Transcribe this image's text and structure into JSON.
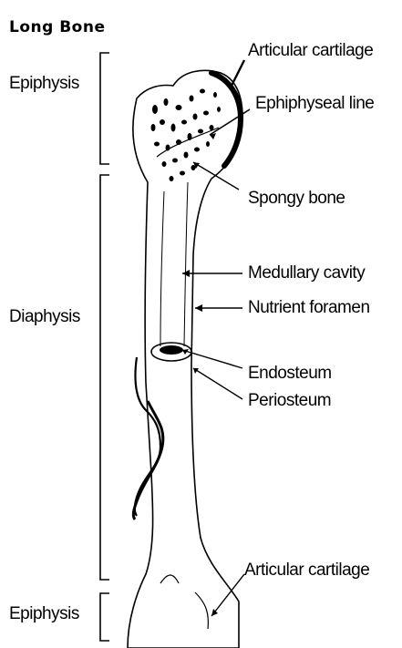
{
  "title": "Long Bone",
  "regions": {
    "epiphysis_top": "Epiphysis",
    "diaphysis": "Diaphysis",
    "epiphysis_bottom": "Epiphysis"
  },
  "labels": {
    "articular_cartilage_top": "Articular cartilage",
    "epiphyseal_line": "Ephiphyseal line",
    "spongy_bone": "Spongy bone",
    "medullary_cavity": "Medullary cavity",
    "nutrient_foramen": "Nutrient foramen",
    "endosteum": "Endosteum",
    "periosteum": "Periosteum",
    "articular_cartilage_bottom": "Articular cartilage"
  }
}
